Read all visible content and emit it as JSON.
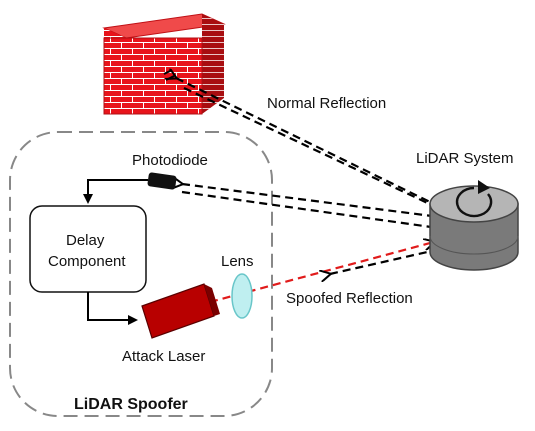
{
  "labels": {
    "normal_reflection": "Normal Reflection",
    "lidar_system": "LiDAR System",
    "photodiode": "Photodiode",
    "delay_component_line1": "Delay",
    "delay_component_line2": "Component",
    "lens": "Lens",
    "spoofed_reflection": "Spoofed Reflection",
    "attack_laser": "Attack Laser",
    "lidar_spoofer": "LiDAR Spoofer"
  },
  "colors": {
    "wall_face": "#e8141b",
    "wall_top": "#f04a4a",
    "wall_side": "#a80d10",
    "mortar": "#ffffff",
    "laser_body": "#b80000",
    "lens_fill": "#bfeff0",
    "lens_stroke": "#69c6c9",
    "spoof_beam": "#e11b1b",
    "lidar_body": "#7a7a7a",
    "lidar_top": "#b5b5b5",
    "dashed_border": "#888888"
  }
}
